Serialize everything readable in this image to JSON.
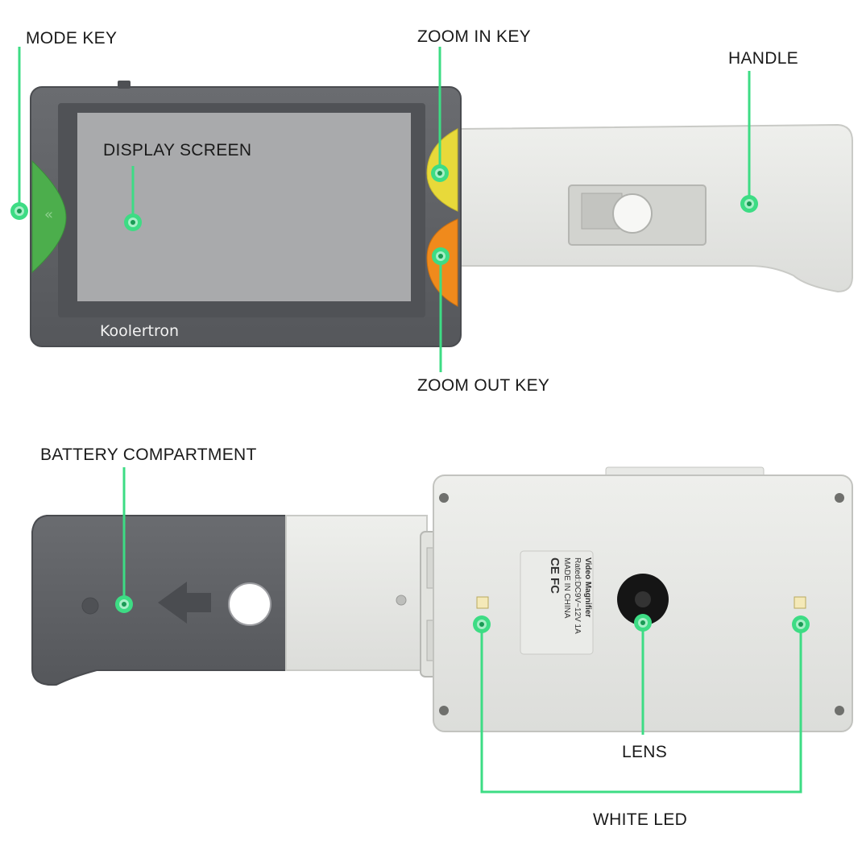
{
  "labels": {
    "mode_key": "MODE KEY",
    "zoom_in_key": "ZOOM IN KEY",
    "handle": "HANDLE",
    "display_screen": "DISPLAY SCREEN",
    "zoom_out_key": "ZOOM OUT KEY",
    "battery_compartment": "BATTERY COMPARTMENT",
    "lens": "LENS",
    "white_led": "WHITE LED"
  },
  "device": {
    "brand": "Koolertron",
    "rating_title": "Video Magnifier",
    "rating_spec": "Rated:DC9V~12V 1A",
    "rating_origin": "MADE IN CHINA",
    "rating_marks": "CE FC"
  },
  "colors": {
    "callout_green": "#3ddc84",
    "case_dark": "#5e6064",
    "case_light": "#e4e5e2",
    "screen": "#a9aaac",
    "mode_key": "#4cae4c",
    "zoom_in_key": "#e8d93a",
    "zoom_out_key": "#f08a1c"
  }
}
